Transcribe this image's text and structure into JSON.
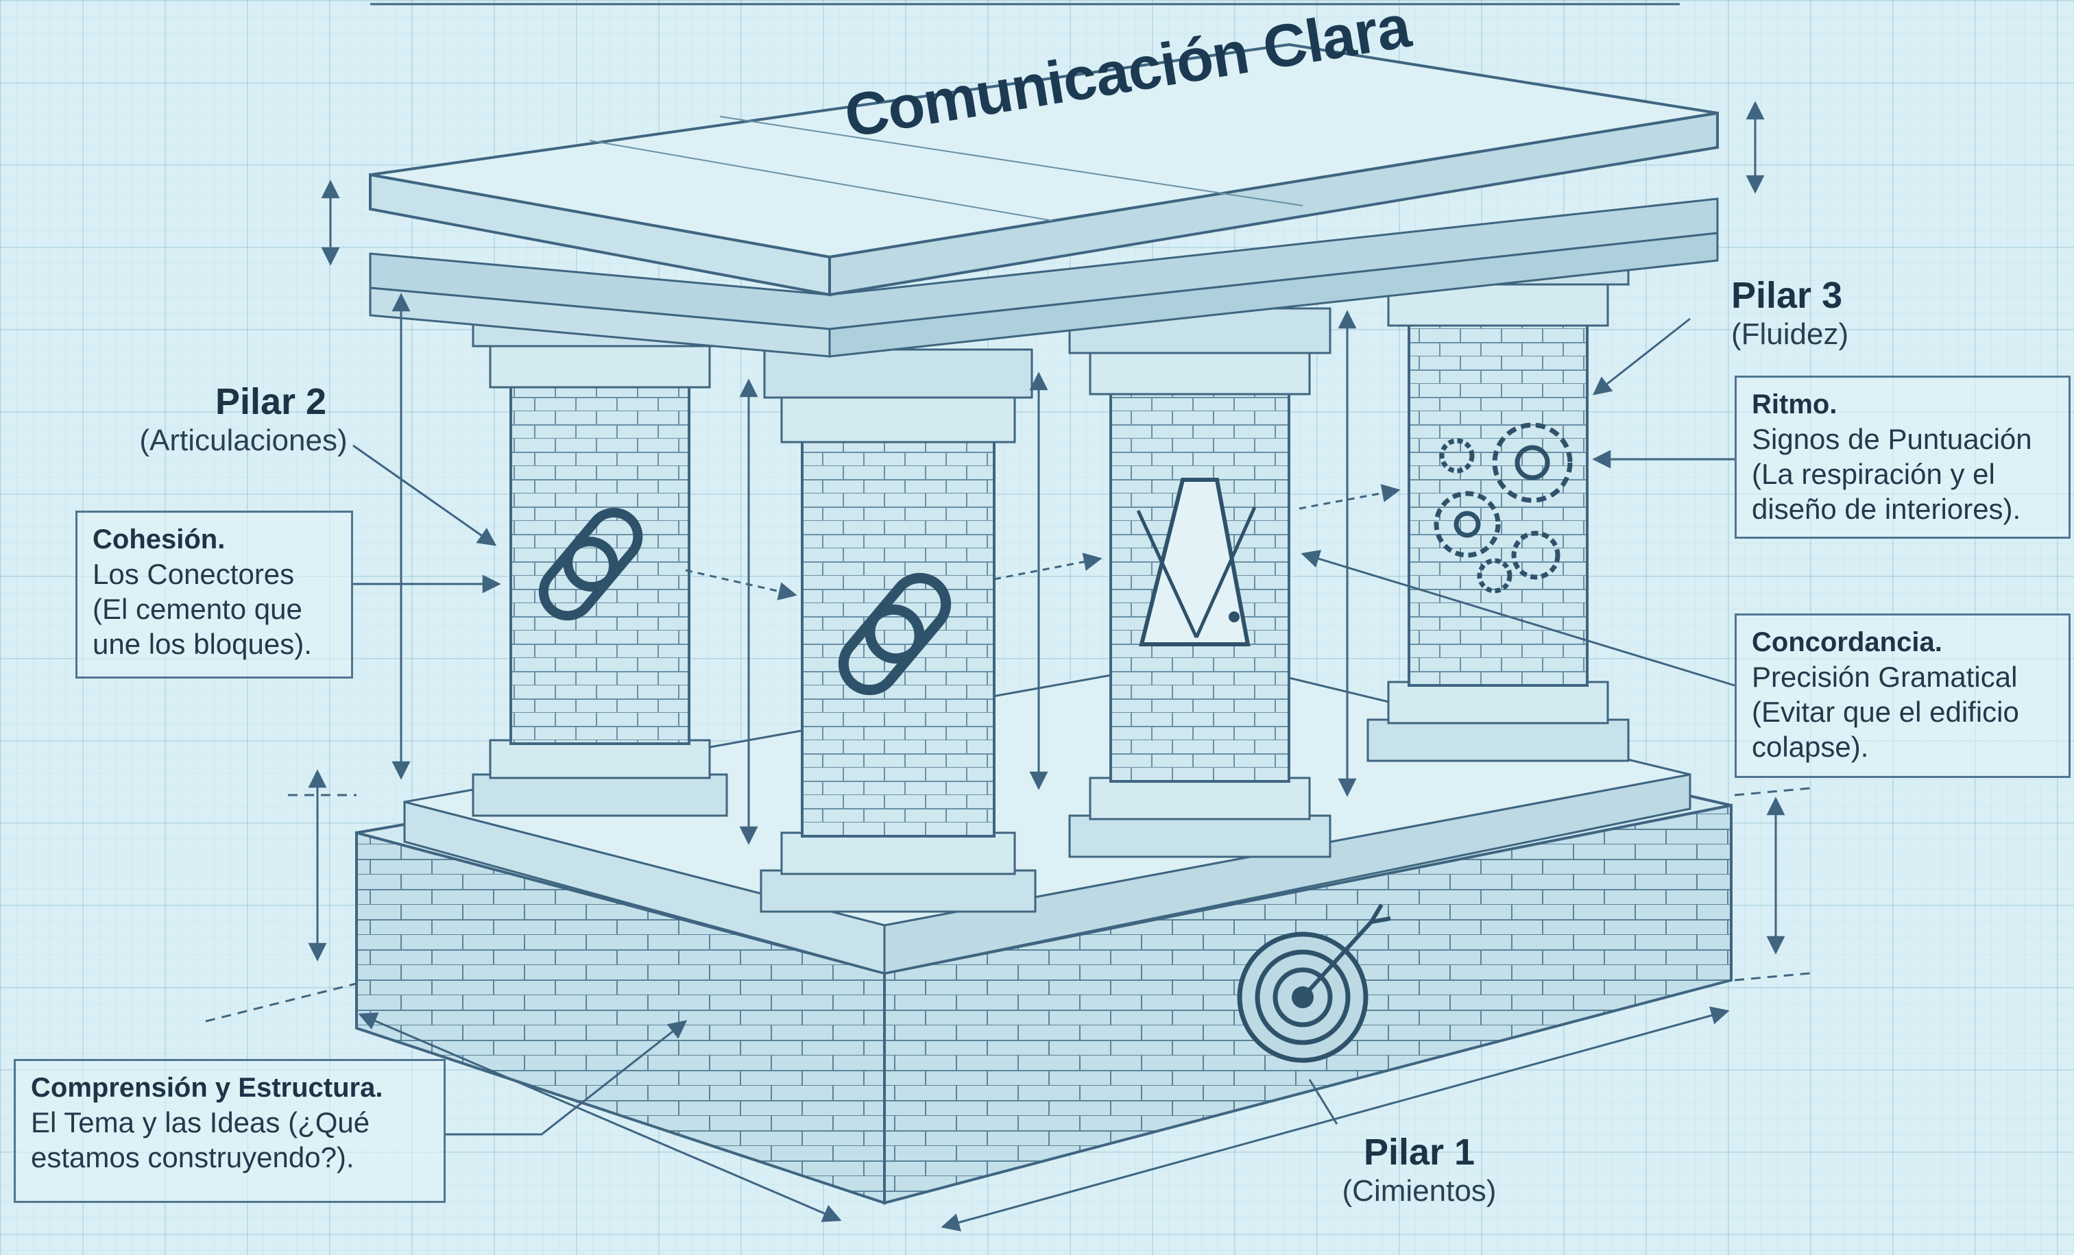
{
  "title": "Comunicación Clara",
  "pillars": {
    "p1": {
      "name": "Pilar 1",
      "sub": "(Cimientos)"
    },
    "p2": {
      "name": "Pilar 2",
      "sub": "(Articulaciones)"
    },
    "p3": {
      "name": "Pilar 3",
      "sub": "(Fluidez)"
    }
  },
  "callouts": {
    "cohesion": {
      "title": "Cohesión.",
      "lines": [
        "Los Conectores",
        "(El cemento que",
        "une los bloques)."
      ]
    },
    "ritmo": {
      "title": "Ritmo.",
      "lines": [
        "Signos de Puntuación",
        "(La respiración y el",
        "diseño de interiores)."
      ]
    },
    "concordancia": {
      "title": "Concordancia.",
      "lines": [
        "Precisión Gramatical",
        "(Evitar que el edificio",
        "colapse)."
      ]
    },
    "comprension": {
      "title": "Comprensión y Estructura.",
      "lines": [
        "El Tema y las Ideas (¿Qué",
        "estamos construyendo?)."
      ]
    }
  },
  "icons": {
    "column_1": "chain-link-icon",
    "column_2": "chain-link-icon",
    "column_3": "metronome-icon",
    "column_4": "gears-icon",
    "base": "target-arrow-icon"
  },
  "colors": {
    "background": "#d9eff5",
    "ink": "#1d3346",
    "stone": "#bcdbe6",
    "line": "#3f6580"
  }
}
